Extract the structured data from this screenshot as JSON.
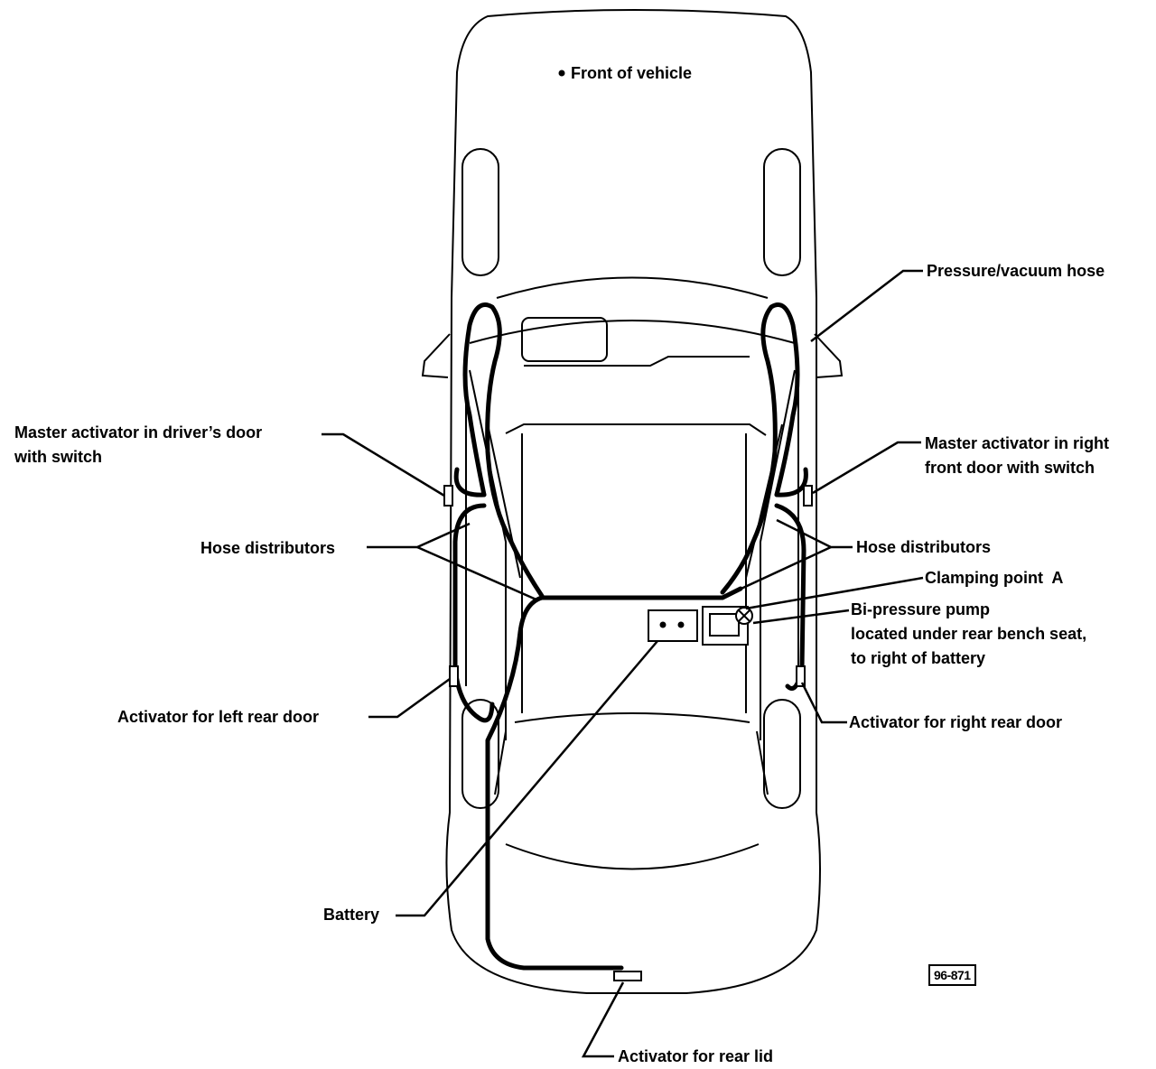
{
  "labels": {
    "front": "Front of vehicle",
    "pressure_hose": "Pressure/vacuum hose",
    "master_left_line1": "Master activator in driver’s door",
    "master_left_line2": "with switch",
    "master_right_line1": "Master activator in right",
    "master_right_line2": "front door with switch",
    "hose_distributors_left": "Hose distributors",
    "hose_distributors_right": "Hose distributors",
    "clamping_point": "Clamping point  A",
    "pump_line1": "Bi-pressure pump",
    "pump_line2": "located under rear bench seat,",
    "pump_line3": "to right of battery",
    "left_rear": "Activator for left rear door",
    "right_rear": "Activator for right rear door",
    "battery": "Battery",
    "rear_lid": "Activator for rear lid",
    "figure_id": "96-871"
  },
  "colors": {
    "ink": "#000000",
    "paper": "#ffffff"
  }
}
